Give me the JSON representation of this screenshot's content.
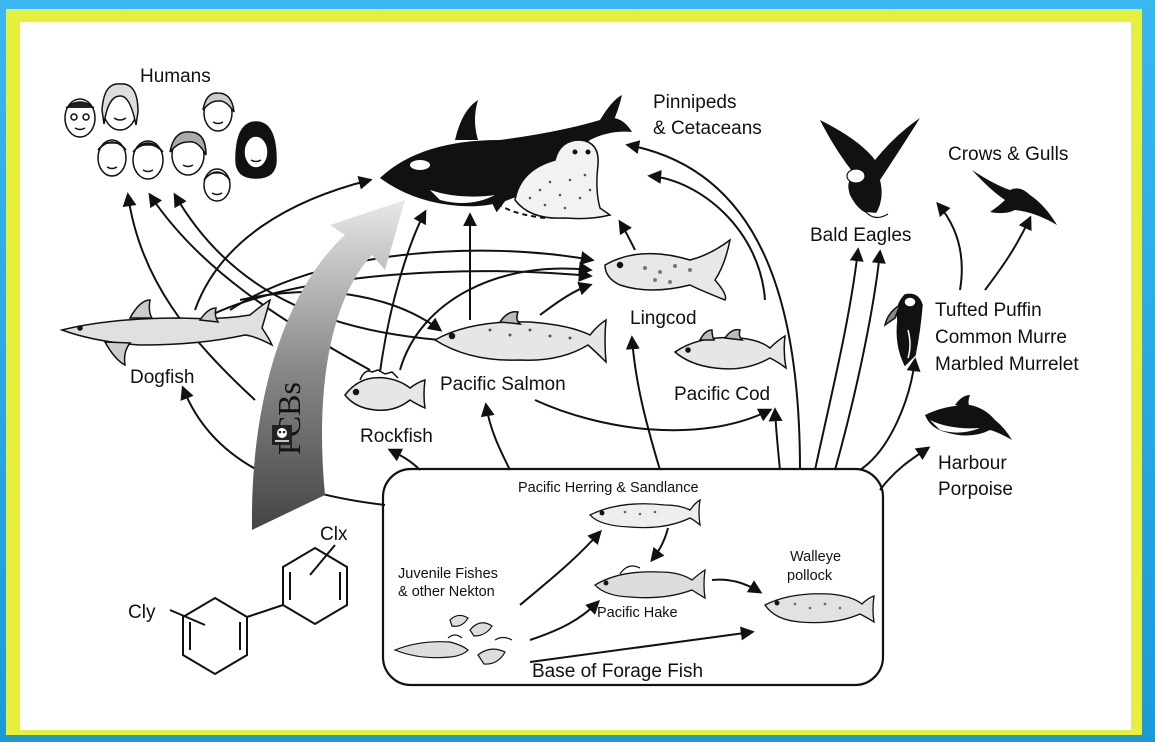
{
  "labels": {
    "humans": "Humans",
    "pinnipeds": "Pinnipeds",
    "cetaceans": "& Cetaceans",
    "bald_eagles": "Bald Eagles",
    "crows_gulls": "Crows & Gulls",
    "lingcod": "Lingcod",
    "dogfish": "Dogfish",
    "tufted_puffin": "Tufted Puffin",
    "common_murre": "Common Murre",
    "marbled_murrelet": "Marbled Murrelet",
    "pacific_salmon": "Pacific Salmon",
    "pacific_cod": "Pacific Cod",
    "rockfish": "Rockfish",
    "harbour": "Harbour",
    "porpoise": "Porpoise",
    "pcbs": "PCBs",
    "pacific_herring": "Pacific Herring & Sandlance",
    "juvenile_1": "Juvenile Fishes",
    "juvenile_2": "& other Nekton",
    "walleye_1": "Walleye",
    "walleye_2": "pollock",
    "pacific_hake": "Pacific Hake",
    "base_forage": "Base of Forage Fish",
    "clx": "Clx",
    "cly": "Cly"
  },
  "colors": {
    "background": "#2bb0e8",
    "border": "#e6f03c",
    "panel": "#ffffff",
    "ink": "#111111"
  }
}
